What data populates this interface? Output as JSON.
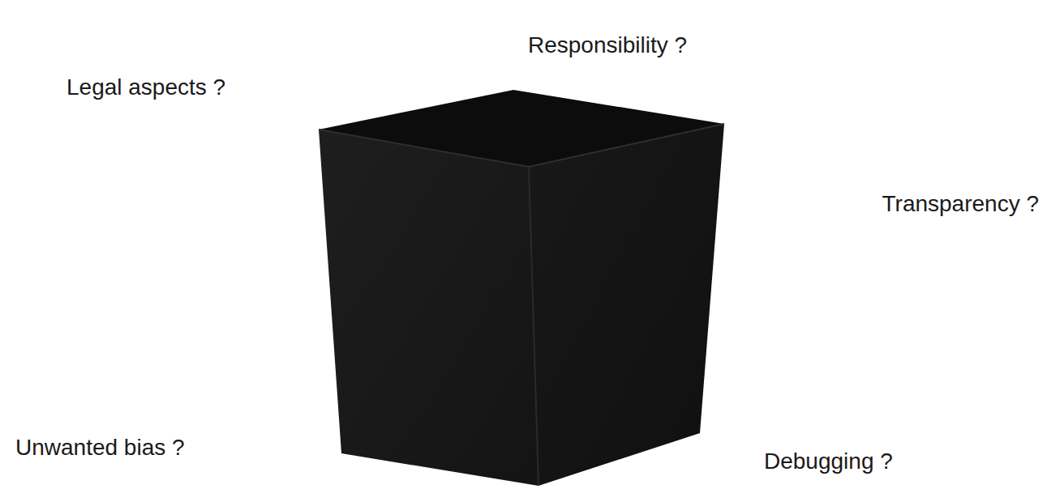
{
  "diagram": {
    "labels": [
      "Responsibility ?",
      "Legal aspects ?",
      "Transparency ?",
      "Unwanted bias ?",
      "Debugging ?"
    ]
  }
}
